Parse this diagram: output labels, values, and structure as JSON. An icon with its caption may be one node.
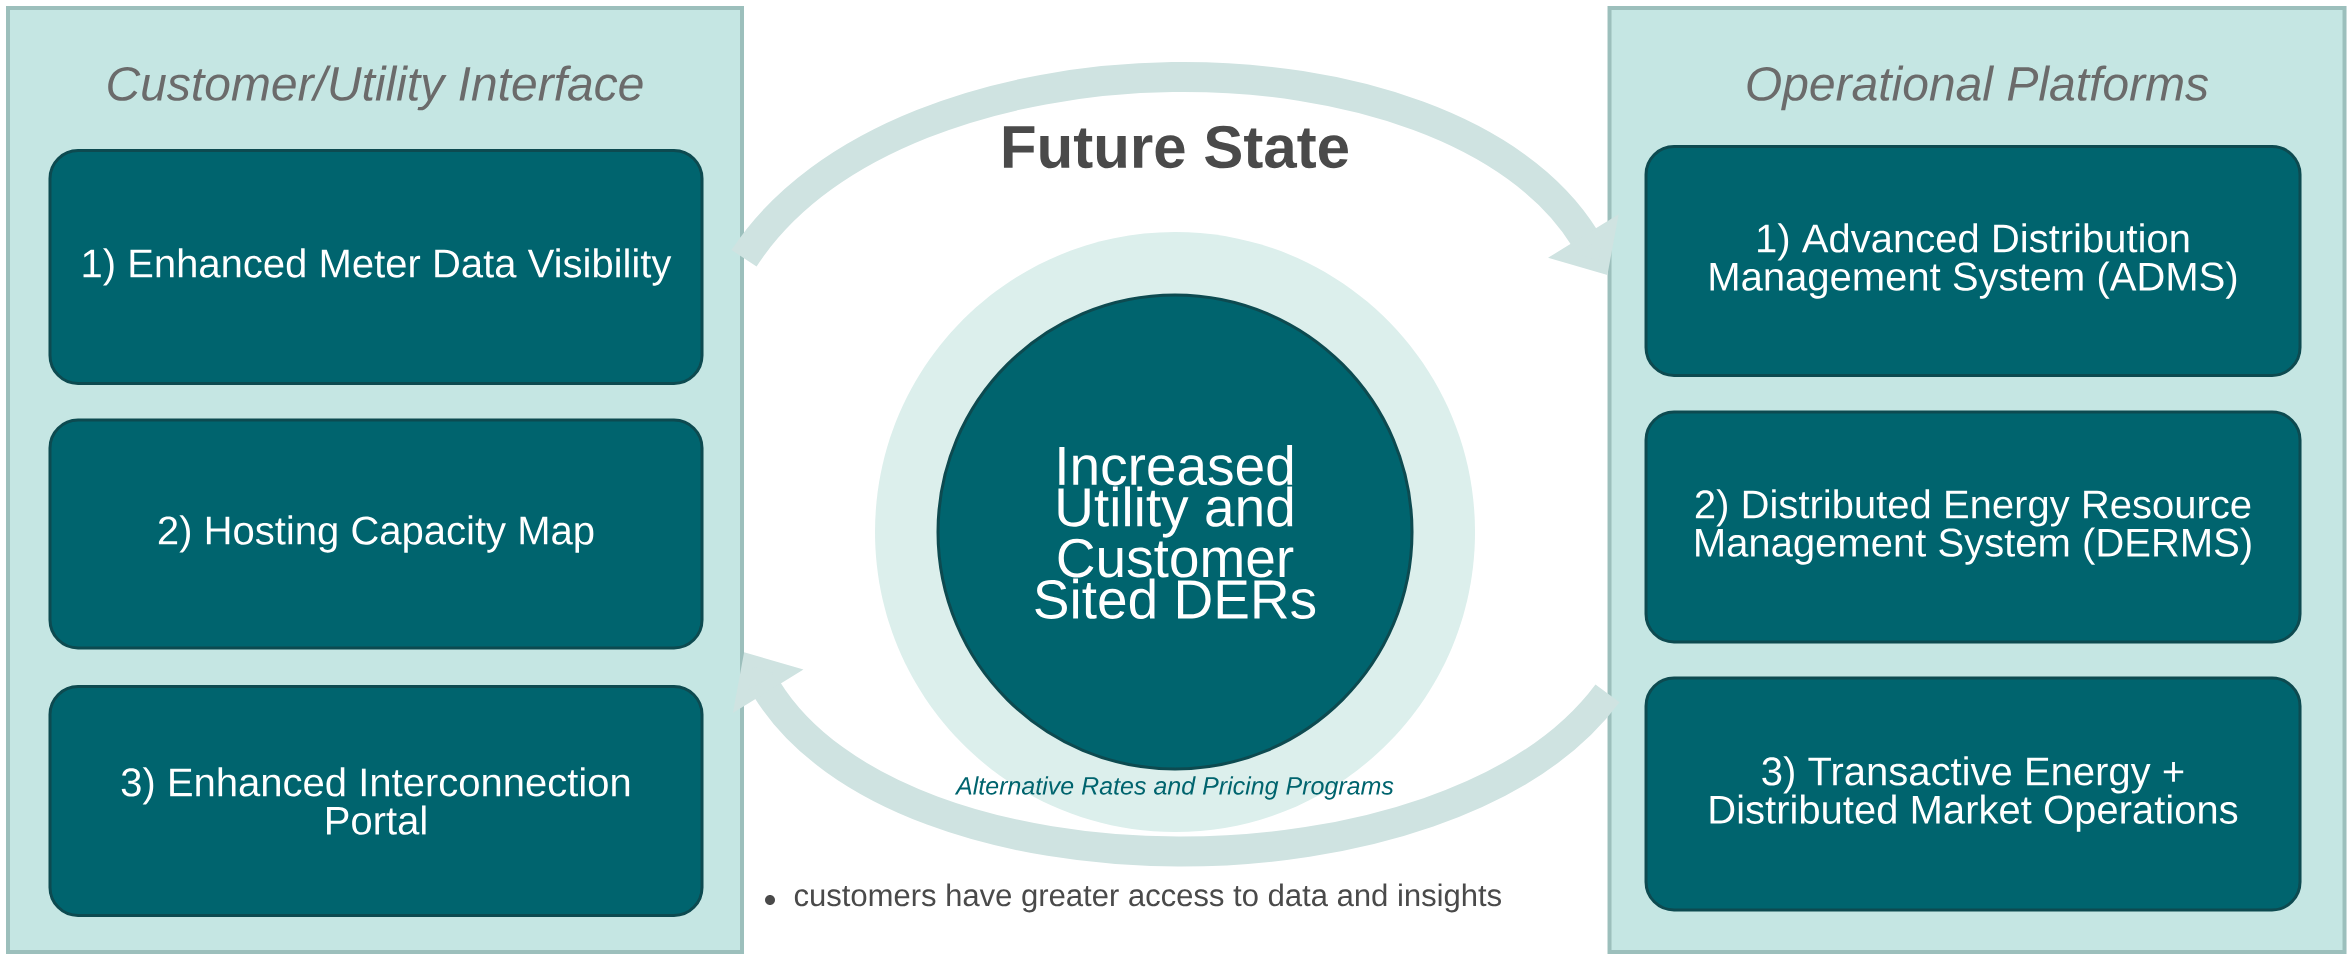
{
  "diagram": {
    "title": "Future State",
    "nodes": [
      {
        "text": [
          "Customer/Utility Interface"
        ]
      },
      {
        "text": [
          "1) Enhanced Meter Data Visibility"
        ],
        "in": 0
      },
      {
        "text": [
          "2) Hosting Capacity Map"
        ],
        "in": 0
      },
      {
        "text": [
          "3) Enhanced Interconnection Portal"
        ],
        "in": 0
      },
      {
        "text": [
          "Alternative Rates and Pricing Programs"
        ]
      },
      {
        "text": [
          "Increased Utility and Customer Sited DERs"
        ],
        "in": 4
      },
      {
        "text": [
          "Operational Platforms"
        ]
      },
      {
        "text": [
          "1) Advanced Distribution Management System (ADMS)"
        ],
        "in": 6
      },
      {
        "text": [
          "2) Distributed Energy Resource Management System (DERMS)"
        ],
        "in": 6
      },
      {
        "text": [
          "3) Transactive Energy + Distributed Market Operations"
        ],
        "in": 6
      }
    ],
    "edges": [
      {
        "from": 0,
        "to": 6,
        "arrow": "to"
      },
      {
        "from": 6,
        "to": 0,
        "arrow": "to"
      }
    ],
    "labels": [
      "customers have greater access to data and insights"
    ]
  }
}
